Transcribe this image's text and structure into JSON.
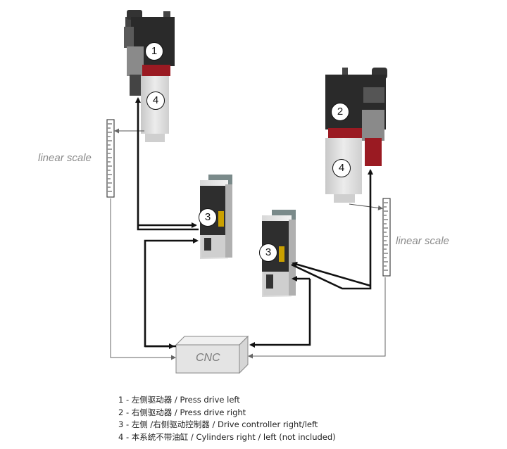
{
  "labels": {
    "linear_scale_left": "linear scale",
    "linear_scale_right": "linear scale",
    "cnc": "CNC"
  },
  "numbers": {
    "press_left": "1",
    "press_right": "2",
    "drive_left": "3",
    "drive_right": "3",
    "cyl_left": "4",
    "cyl_right": "4"
  },
  "legend": [
    "1 - 左侧驱动器 / Press drive left",
    "2 - 右侧驱动器 / Press drive right",
    "3 - 左侧 /右侧驱动控制器 / Drive controller right/left",
    "4 - 本系统不带油缸 / Cylinders right / left (not included)"
  ],
  "colors": {
    "unit_dark": "#2a2a2a",
    "unit_red": "#9a1a22",
    "cylinder": "#dcdcdc",
    "arrow": "#111111",
    "thin_line": "#9a9a9a",
    "cnc_box": "#e4e4e4"
  }
}
